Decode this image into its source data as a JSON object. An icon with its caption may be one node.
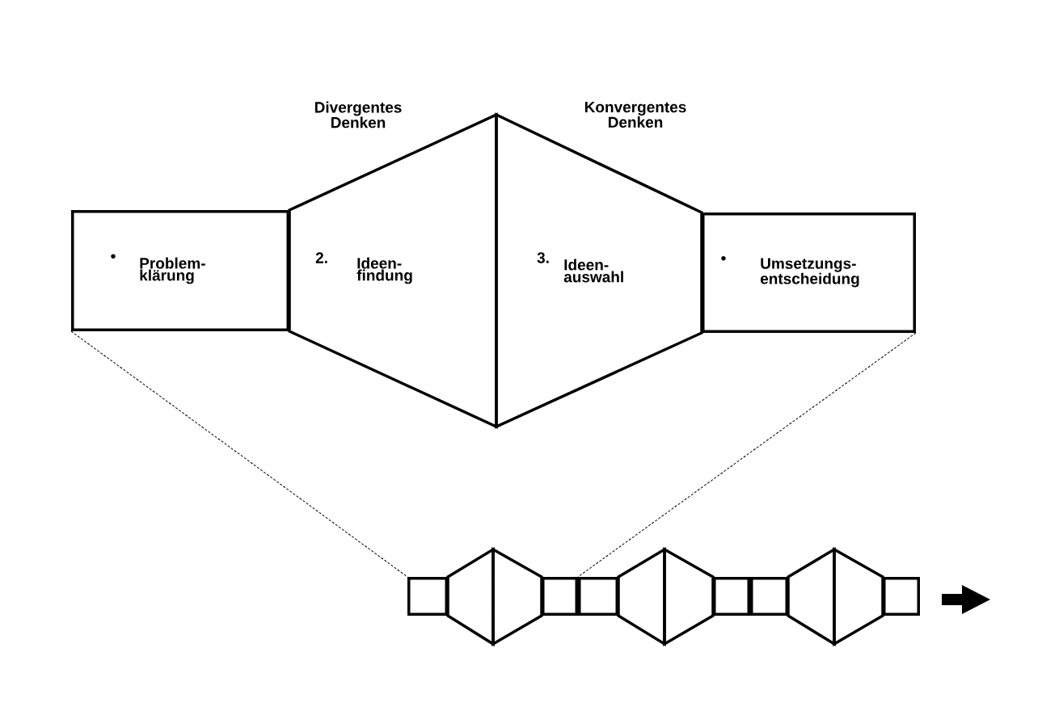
{
  "diagram": {
    "nodes": [
      {
        "text": [
          "•",
          "Problem-klärung"
        ]
      },
      {
        "text": [
          "2.",
          "Ideen-findung"
        ],
        "beside": [
          "Divergentes Denken"
        ]
      },
      {
        "text": [
          "3.",
          "Ideen-auswahl"
        ],
        "beside": [
          "Konvergentes Denken"
        ]
      },
      {
        "text": [
          "•",
          "Umsetzungs-entscheidung"
        ]
      },
      {
        "text": [],
        "shape": "box"
      },
      {
        "text": [],
        "shape": "trapezoid"
      },
      {
        "text": [],
        "shape": "trapezoid"
      },
      {
        "text": [],
        "shape": "box"
      },
      {
        "text": [],
        "shape": "box"
      },
      {
        "text": [],
        "shape": "trapezoid"
      },
      {
        "text": [],
        "shape": "trapezoid"
      },
      {
        "text": [],
        "shape": "box"
      },
      {
        "text": [],
        "shape": "box"
      },
      {
        "text": [],
        "shape": "trapezoid"
      },
      {
        "text": [],
        "shape": "trapezoid"
      },
      {
        "text": [],
        "shape": "box"
      }
    ],
    "edges": [
      {
        "from": 0,
        "to": 4,
        "arrow": "none",
        "style": "dashed"
      },
      {
        "from": 3,
        "to": 7,
        "arrow": "none",
        "style": "dashed"
      }
    ]
  }
}
